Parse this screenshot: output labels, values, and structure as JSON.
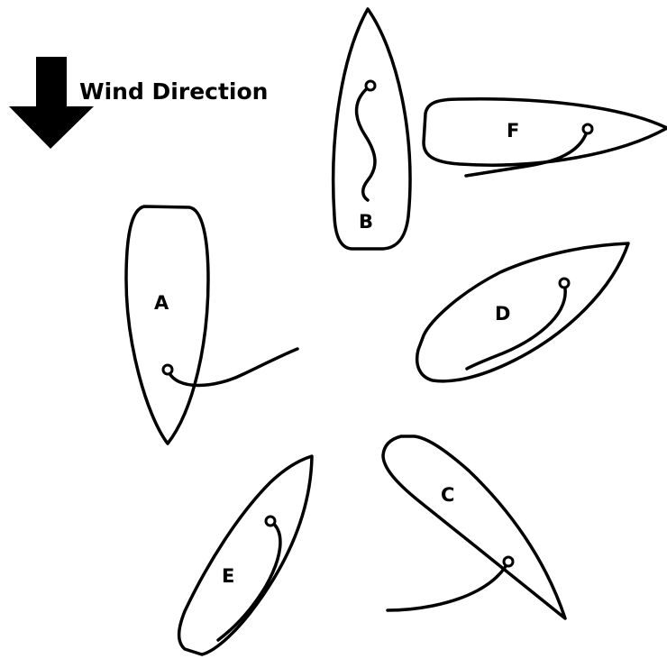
{
  "legend": {
    "wind_label": "Wind Direction",
    "arrow_icon": "arrow-down-icon"
  },
  "boats": [
    {
      "id": "A",
      "label": "A"
    },
    {
      "id": "B",
      "label": "B"
    },
    {
      "id": "C",
      "label": "C"
    },
    {
      "id": "D",
      "label": "D"
    },
    {
      "id": "E",
      "label": "E"
    },
    {
      "id": "F",
      "label": "F"
    }
  ],
  "colors": {
    "ink": "#000000",
    "background": "#ffffff"
  }
}
